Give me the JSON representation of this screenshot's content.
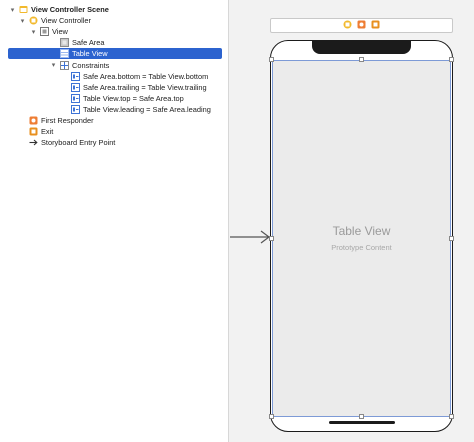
{
  "outline": {
    "items": [
      {
        "label": "View Controller Scene",
        "level": 0,
        "disclosure": "down",
        "icon": "scene-icon",
        "bold": true
      },
      {
        "label": "View Controller",
        "level": 1,
        "disclosure": "down",
        "icon": "view-controller-icon"
      },
      {
        "label": "View",
        "level": 2,
        "disclosure": "down",
        "icon": "view-icon"
      },
      {
        "label": "Safe Area",
        "level": 3,
        "disclosure": "none",
        "icon": "safe-area-icon"
      },
      {
        "label": "Table View",
        "level": 3,
        "disclosure": "none",
        "icon": "table-view-icon",
        "selected": true
      },
      {
        "label": "Constraints",
        "level": 3,
        "disclosure": "down",
        "icon": "constraints-icon"
      },
      {
        "label": "Safe Area.bottom = Table View.bottom",
        "level": 4,
        "disclosure": "none",
        "icon": "constraint-icon"
      },
      {
        "label": "Safe Area.trailing = Table View.trailing",
        "level": 4,
        "disclosure": "none",
        "icon": "constraint-icon"
      },
      {
        "label": "Table View.top = Safe Area.top",
        "level": 4,
        "disclosure": "none",
        "icon": "constraint-icon"
      },
      {
        "label": "Table View.leading = Safe Area.leading",
        "level": 4,
        "disclosure": "none",
        "icon": "constraint-icon"
      },
      {
        "label": "First Responder",
        "level": 1,
        "disclosure": "none",
        "icon": "first-responder-icon"
      },
      {
        "label": "Exit",
        "level": 1,
        "disclosure": "none",
        "icon": "exit-icon"
      },
      {
        "label": "Storyboard Entry Point",
        "level": 1,
        "disclosure": "none",
        "icon": "entry-point-arrow-icon"
      }
    ]
  },
  "canvas": {
    "table_view": {
      "title": "Table View",
      "subtitle": "Prototype Content"
    },
    "dock_icons": [
      "view-controller-icon",
      "first-responder-icon",
      "exit-icon"
    ]
  },
  "colors": {
    "selection": "#2c63cf",
    "scene_yellow": "#f2b92c",
    "first_responder_orange": "#ee7d34",
    "constraint_blue": "#3d73d6",
    "table_view_bg": "#ebebeb"
  }
}
